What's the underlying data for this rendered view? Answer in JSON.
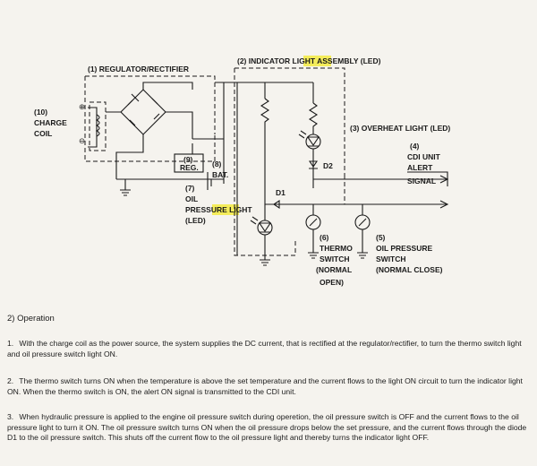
{
  "labels": {
    "regulator": "(1) REGULATOR/RECTIFIER",
    "indicator_pre": "(2) INDICATOR ",
    "indicator_hl": "LIGHT",
    "indicator_post": " ASSEMBLY (LED)",
    "charge_coil_1": "(10)",
    "charge_coil_2": "CHARGE",
    "charge_coil_3": "COIL",
    "overheat": "(3) OVERHEAT LIGHT (LED)",
    "cdi_1": "(4)",
    "cdi_2": "CDI UNIT",
    "cdi_3": "ALERT",
    "cdi_4": "SIGNAL",
    "reg_box_1": "(9)",
    "reg_box_2": "REG.",
    "bat_1": "(8)",
    "bat_2": "BAT.",
    "oil_1": "(7)",
    "oil_2": "OIL",
    "oil_3_pre": "PRESSURE ",
    "oil_3_hl": "LIGHT",
    "oil_4": "(LED)",
    "d1": "D1",
    "d2": "D2",
    "thermo_1": "(6)",
    "thermo_2": "THERMO",
    "thermo_3": "SWITCH",
    "thermo_4": "(NORMAL",
    "thermo_5": "OPEN)",
    "ops_1": "(5)",
    "ops_2": "OIL PRESSURE",
    "ops_3": "SWITCH",
    "ops_4": "(NORMAL CLOSE)",
    "plus": "⊕",
    "minus": "⊖"
  },
  "operation": {
    "title": "2) Operation",
    "items": [
      {
        "num": "1.",
        "text": "With the charge coil as the power source, the system supplies the DC current, that is rectified at the regulator/rectifier, to turn the thermo switch light and oil pressure switch light ON."
      },
      {
        "num": "2.",
        "text": "The thermo switch turns ON when the temperature is above the set temperature and the current flows to the light ON circuit to turn the indicator light ON. When the thermo switch is ON, the alert ON signal is transmitted to the CDI unit."
      },
      {
        "num": "3.",
        "text": "When hydraulic pressure is applied to the engine oil pressure switch during operetion, the oil pressure switch is OFF and the current flows to the oil pressure light to turn it ON. The oil pressure switch turns ON when the oil pressure drops below the set pressure, and the current flows through the diode D1 to the oil pressure switch. This shuts off the current flow to the oil pressure light and thereby turns the indicator light OFF."
      }
    ]
  },
  "colors": {
    "highlight": "#f4ec5a",
    "ink": "#1a1a1a",
    "paper": "#f5f3ee"
  }
}
